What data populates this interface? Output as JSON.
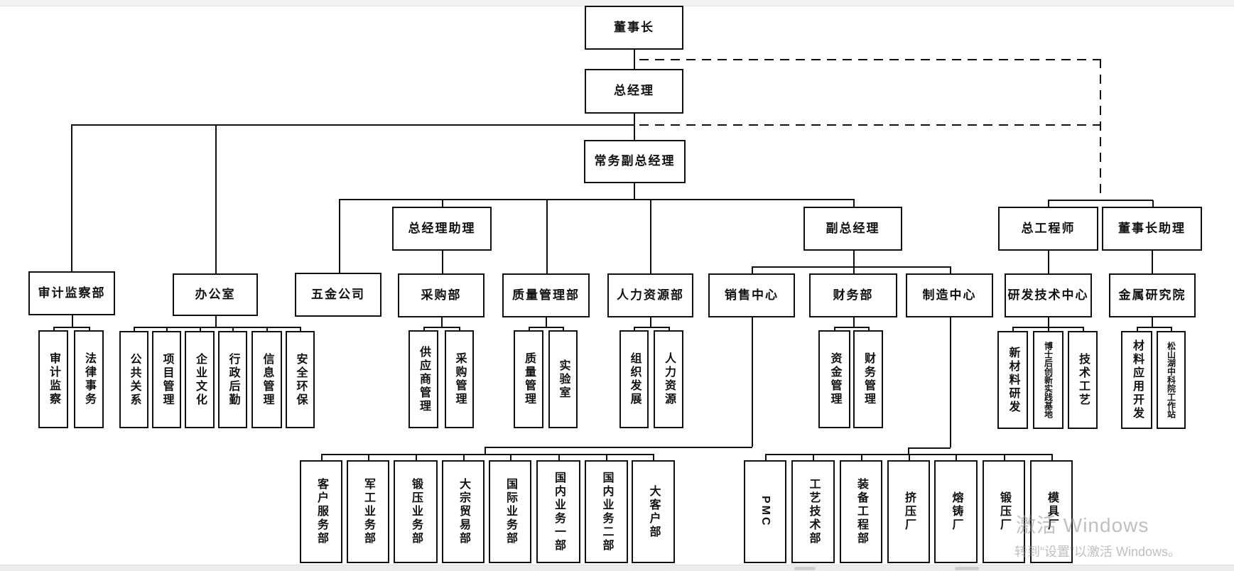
{
  "org": {
    "nodes": {
      "chairman": {
        "label": "董事长"
      },
      "gm": {
        "label": "总经理"
      },
      "evgm": {
        "label": "常务副总经理"
      },
      "gm_assistant": {
        "label": "总经理助理"
      },
      "deputy_gm": {
        "label": "副总经理"
      },
      "chief_engineer": {
        "label": "总工程师"
      },
      "chairman_assistant": {
        "label": "董事长助理"
      },
      "audit_dept": {
        "label": "审计监察部"
      },
      "office": {
        "label": "办公室"
      },
      "hardware_co": {
        "label": "五金公司"
      },
      "purchasing_dept": {
        "label": "采购部"
      },
      "quality_dept": {
        "label": "质量管理部"
      },
      "hr_dept": {
        "label": "人力资源部"
      },
      "sales_center": {
        "label": "销售中心"
      },
      "finance_dept": {
        "label": "财务部"
      },
      "mfg_center": {
        "label": "制造中心"
      },
      "rd_center": {
        "label": "研发技术中心"
      },
      "metal_institute": {
        "label": "金属研究院"
      },
      "audit": {
        "label": "审计监察"
      },
      "legal": {
        "label": "法律事务"
      },
      "pr": {
        "label": "公共关系"
      },
      "project_mgmt": {
        "label": "项目管理"
      },
      "culture": {
        "label": "企业文化"
      },
      "admin_logistics": {
        "label": "行政后勤"
      },
      "info_mgmt": {
        "label": "信息管理"
      },
      "safety_env": {
        "label": "安全环保"
      },
      "supplier_mgmt": {
        "label": "供应商管理"
      },
      "procurement_mgmt": {
        "label": "采购管理"
      },
      "quality_mgmt": {
        "label": "质量管理"
      },
      "lab": {
        "label": "实验室"
      },
      "org_dev": {
        "label": "组织发展"
      },
      "human_resources": {
        "label": "人力资源"
      },
      "funds_mgmt": {
        "label": "资金管理"
      },
      "finance_mgmt": {
        "label": "财务管理"
      },
      "new_material_rd": {
        "label": "新材料研发"
      },
      "postdoc_base": {
        "label": "博士后创新实践基地"
      },
      "tech_craft": {
        "label": "技术工艺"
      },
      "material_app_dev": {
        "label": "材料应用开发"
      },
      "songshanhu_station": {
        "label": "松山湖中科院工作站"
      },
      "customer_service": {
        "label": "客户服务部"
      },
      "military_biz": {
        "label": "军工业务部"
      },
      "forging_biz": {
        "label": "锻压业务部"
      },
      "bulk_trade": {
        "label": "大宗贸易部"
      },
      "intl_biz": {
        "label": "国际业务部"
      },
      "domestic_biz_1": {
        "label": "国内业务一部"
      },
      "domestic_biz_2": {
        "label": "国内业务二部"
      },
      "key_account": {
        "label": "大客户部"
      },
      "pmc": {
        "label": "PMC"
      },
      "craft_tech_dept": {
        "label": "工艺技术部"
      },
      "equipment_eng": {
        "label": "装备工程部"
      },
      "extrusion_plant": {
        "label": "挤压厂"
      },
      "casting_plant": {
        "label": "熔铸厂"
      },
      "forging_plant": {
        "label": "锻压厂"
      },
      "mold_plant": {
        "label": "模具厂"
      }
    },
    "edges": {
      "solid": [
        [
          "chairman",
          "gm"
        ],
        [
          "gm",
          "evgm"
        ],
        [
          "gm",
          "audit_dept"
        ],
        [
          "gm",
          "office"
        ],
        [
          "evgm",
          "hardware_co"
        ],
        [
          "evgm",
          "gm_assistant"
        ],
        [
          "evgm",
          "quality_dept"
        ],
        [
          "evgm",
          "hr_dept"
        ],
        [
          "evgm",
          "deputy_gm"
        ],
        [
          "gm_assistant",
          "purchasing_dept"
        ],
        [
          "deputy_gm",
          "sales_center"
        ],
        [
          "deputy_gm",
          "finance_dept"
        ],
        [
          "deputy_gm",
          "mfg_center"
        ],
        [
          "chief_engineer",
          "rd_center"
        ],
        [
          "chairman_assistant",
          "metal_institute"
        ],
        [
          "audit_dept",
          "audit"
        ],
        [
          "audit_dept",
          "legal"
        ],
        [
          "office",
          "pr"
        ],
        [
          "office",
          "project_mgmt"
        ],
        [
          "office",
          "culture"
        ],
        [
          "office",
          "admin_logistics"
        ],
        [
          "office",
          "info_mgmt"
        ],
        [
          "office",
          "safety_env"
        ],
        [
          "purchasing_dept",
          "supplier_mgmt"
        ],
        [
          "purchasing_dept",
          "procurement_mgmt"
        ],
        [
          "quality_dept",
          "quality_mgmt"
        ],
        [
          "quality_dept",
          "lab"
        ],
        [
          "hr_dept",
          "org_dev"
        ],
        [
          "hr_dept",
          "human_resources"
        ],
        [
          "finance_dept",
          "funds_mgmt"
        ],
        [
          "finance_dept",
          "finance_mgmt"
        ],
        [
          "rd_center",
          "new_material_rd"
        ],
        [
          "rd_center",
          "postdoc_base"
        ],
        [
          "rd_center",
          "tech_craft"
        ],
        [
          "metal_institute",
          "material_app_dev"
        ],
        [
          "metal_institute",
          "songshanhu_station"
        ],
        [
          "sales_center",
          "customer_service"
        ],
        [
          "sales_center",
          "military_biz"
        ],
        [
          "sales_center",
          "forging_biz"
        ],
        [
          "sales_center",
          "bulk_trade"
        ],
        [
          "sales_center",
          "intl_biz"
        ],
        [
          "sales_center",
          "domestic_biz_1"
        ],
        [
          "sales_center",
          "domestic_biz_2"
        ],
        [
          "sales_center",
          "key_account"
        ],
        [
          "mfg_center",
          "pmc"
        ],
        [
          "mfg_center",
          "craft_tech_dept"
        ],
        [
          "mfg_center",
          "equipment_eng"
        ],
        [
          "mfg_center",
          "extrusion_plant"
        ],
        [
          "mfg_center",
          "casting_plant"
        ],
        [
          "mfg_center",
          "forging_plant"
        ],
        [
          "mfg_center",
          "mold_plant"
        ]
      ],
      "dashed": [
        [
          "chairman",
          "chief_engineer"
        ],
        [
          "chairman",
          "chairman_assistant"
        ],
        [
          "gm",
          "chief_engineer"
        ],
        [
          "gm",
          "chairman_assistant"
        ]
      ]
    },
    "line_color": "#111111"
  },
  "watermark": {
    "line1": "激活 Windows",
    "line2": "转到“设置”以激活 Windows。"
  }
}
